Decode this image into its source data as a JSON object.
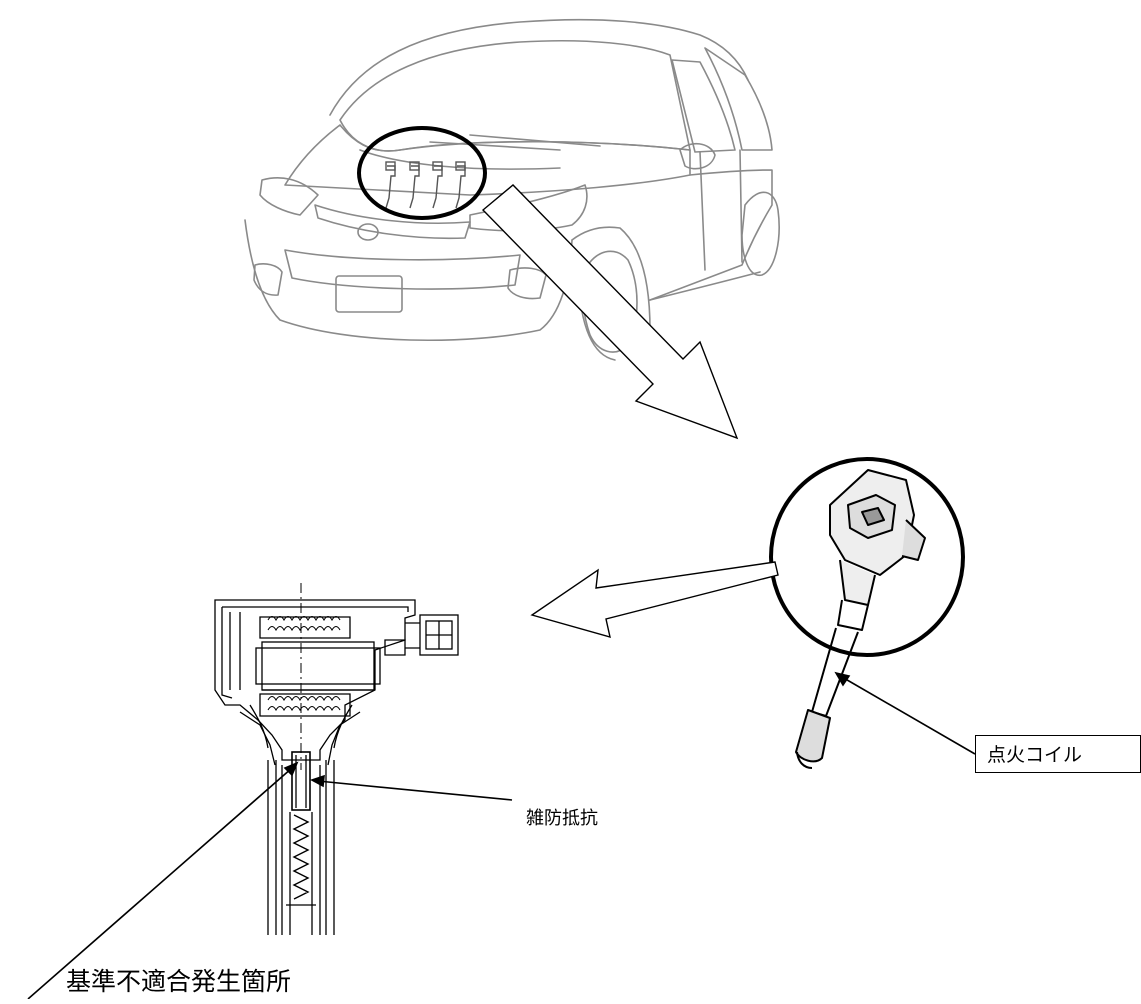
{
  "labels": {
    "ignition_coil": "点火コイル",
    "noise_suppression_resistor": "雑防抵抗",
    "nonconformity_location": "基準不適合発生箇所"
  },
  "colors": {
    "line": "#000000",
    "car_line": "#8a8a8a",
    "background": "#ffffff"
  }
}
